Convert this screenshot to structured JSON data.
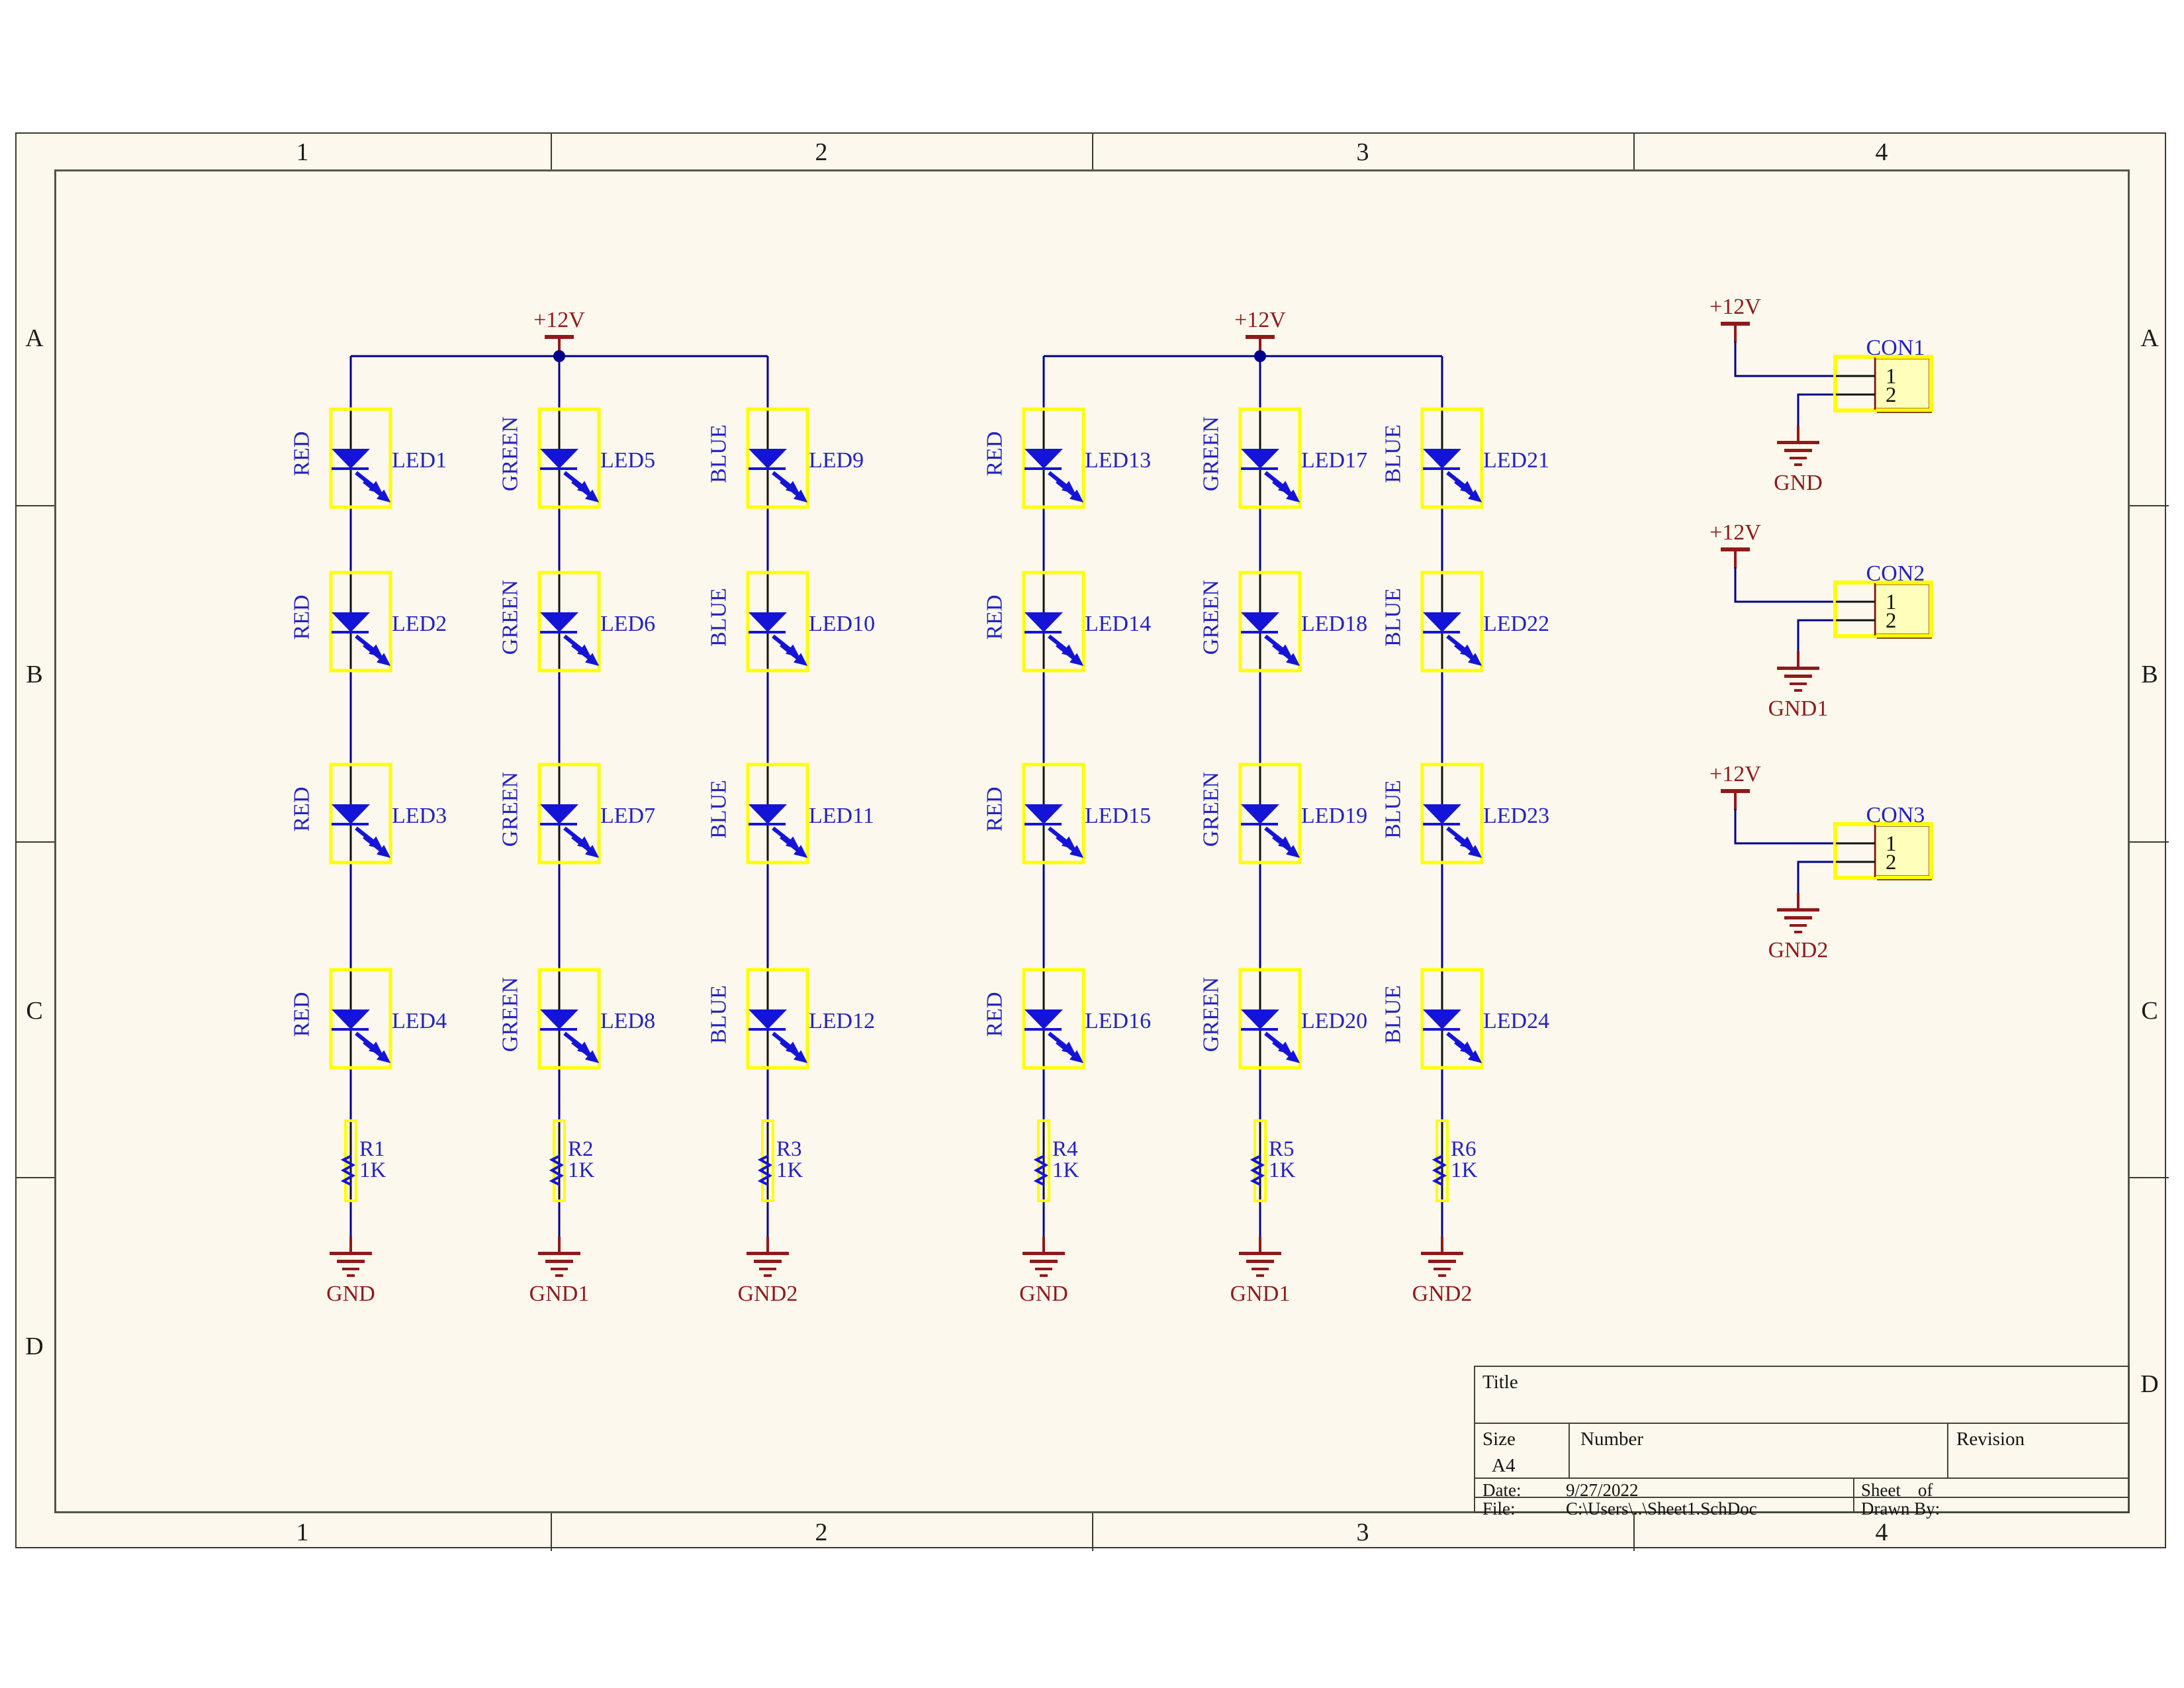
{
  "sheet": {
    "background": "#FCF8ED",
    "column_labels": [
      "1",
      "2",
      "3",
      "4"
    ],
    "row_labels": [
      "A",
      "B",
      "C",
      "D"
    ]
  },
  "colors": {
    "wire": "#00008B",
    "symbol_blue": "#1414D8",
    "designator_text": "#2222C0",
    "power_red": "#8F1A1A",
    "component_outline": "#FFFF00",
    "connector_fill": "#FFFFBB",
    "connector_edge": "#8A4A14",
    "pin_black": "#111111"
  },
  "led_groups": [
    {
      "power_label": "+12V",
      "columns": [
        {
          "color": "RED",
          "leds": [
            "LED1",
            "LED2",
            "LED3",
            "LED4"
          ],
          "resistor_ref": "R1",
          "resistor_value": "1K",
          "ground": "GND"
        },
        {
          "color": "GREEN",
          "leds": [
            "LED5",
            "LED6",
            "LED7",
            "LED8"
          ],
          "resistor_ref": "R2",
          "resistor_value": "1K",
          "ground": "GND1"
        },
        {
          "color": "BLUE",
          "leds": [
            "LED9",
            "LED10",
            "LED11",
            "LED12"
          ],
          "resistor_ref": "R3",
          "resistor_value": "1K",
          "ground": "GND2"
        }
      ]
    },
    {
      "power_label": "+12V",
      "columns": [
        {
          "color": "RED",
          "leds": [
            "LED13",
            "LED14",
            "LED15",
            "LED16"
          ],
          "resistor_ref": "R4",
          "resistor_value": "1K",
          "ground": "GND"
        },
        {
          "color": "GREEN",
          "leds": [
            "LED17",
            "LED18",
            "LED19",
            "LED20"
          ],
          "resistor_ref": "R5",
          "resistor_value": "1K",
          "ground": "GND1"
        },
        {
          "color": "BLUE",
          "leds": [
            "LED21",
            "LED22",
            "LED23",
            "LED24"
          ],
          "resistor_ref": "R6",
          "resistor_value": "1K",
          "ground": "GND2"
        }
      ]
    }
  ],
  "connectors": [
    {
      "name": "CON1",
      "pin_labels": [
        "1",
        "2"
      ],
      "power_label": "+12V",
      "ground": "GND"
    },
    {
      "name": "CON2",
      "pin_labels": [
        "1",
        "2"
      ],
      "power_label": "+12V",
      "ground": "GND1"
    },
    {
      "name": "CON3",
      "pin_labels": [
        "1",
        "2"
      ],
      "power_label": "+12V",
      "ground": "GND2"
    }
  ],
  "title_block": {
    "title_label": "Title",
    "size_label": "Size",
    "size_value": "A4",
    "number_label": "Number",
    "revision_label": "Revision",
    "date_label": "Date:",
    "date_value": "9/27/2022",
    "sheet_label": "Sheet",
    "of_label": "of",
    "file_label": "File:",
    "file_value": "C:\\Users\\..\\Sheet1.SchDoc",
    "drawn_by_label": "Drawn By:"
  }
}
